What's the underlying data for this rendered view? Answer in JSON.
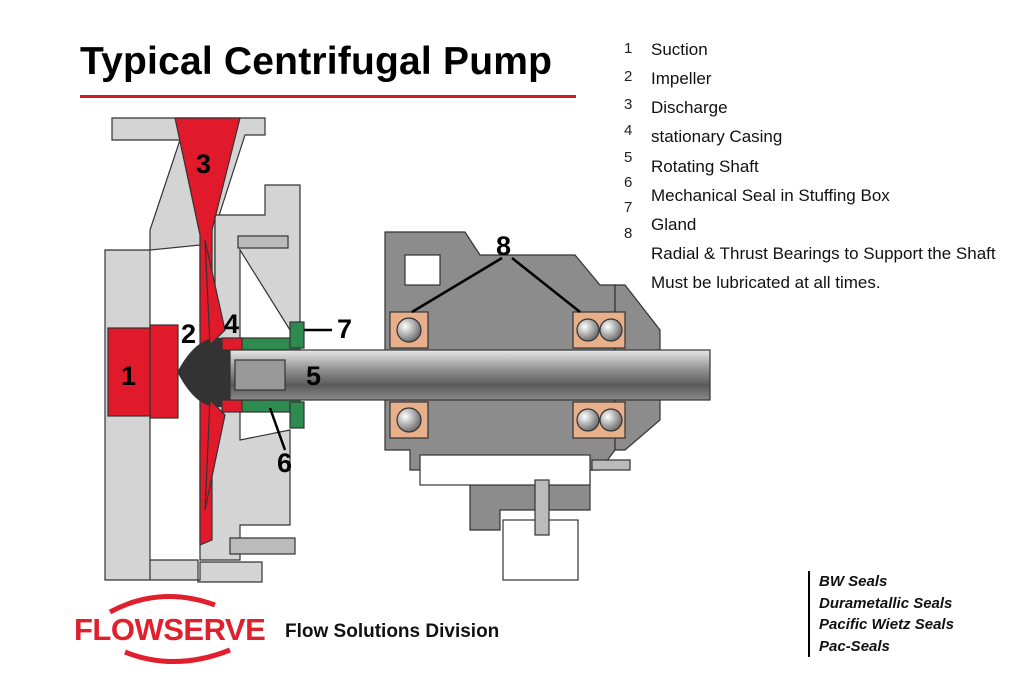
{
  "title": "Typical Centrifugal Pump",
  "legend": {
    "numbers": [
      "1",
      "2",
      "3",
      "4",
      "5",
      "6",
      "7",
      "8"
    ],
    "labels": [
      "Suction",
      "Impeller",
      "Discharge",
      "stationary Casing",
      "Rotating Shaft",
      "Mechanical Seal in Stuffing Box",
      "Gland",
      "Radial & Thrust Bearings to Support the Shaft",
      "Must be lubricated at all times."
    ]
  },
  "callouts": [
    "1",
    "2",
    "3",
    "4",
    "5",
    "6",
    "7",
    "8"
  ],
  "footer": {
    "brand": "FLOWSERVE",
    "division": "Flow Solutions Division",
    "seals": [
      "BW Seals",
      "Durametallic Seals",
      "Pacific Wietz Seals",
      "Pac-Seals"
    ]
  },
  "colors": {
    "accent": "#d01c2a",
    "casing": "#d4d4d4",
    "housing": "#8c8c8c",
    "seal": "#2e8b4f",
    "bearing": "#e8b08a"
  }
}
